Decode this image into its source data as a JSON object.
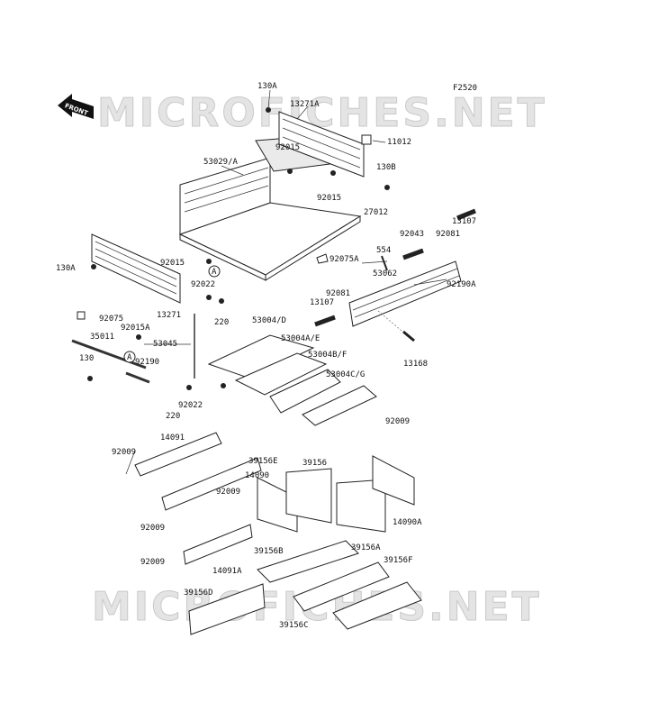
{
  "diagram_code": "F2520",
  "front_label": "FRONT",
  "watermark": "MICROFICHES.NET",
  "callouts": [
    "130A",
    "13271A",
    "11012",
    "92015",
    "53029/A",
    "130B",
    "92015",
    "27012",
    "92043",
    "92081",
    "13107",
    "554",
    "92075A",
    "53062",
    "92190A",
    "130A",
    "92015",
    "92022",
    "13271",
    "13107",
    "92081",
    "A",
    "220",
    "53004/D",
    "92075",
    "92015A",
    "53004A/E",
    "35011",
    "53045",
    "53004B/F",
    "A",
    "130",
    "92190",
    "53004C/G",
    "13168",
    "220",
    "92022",
    "92009",
    "92009",
    "14091",
    "39156E",
    "39156",
    "14090",
    "92009",
    "92009",
    "14090A",
    "39156A",
    "92009",
    "39156B",
    "14091A",
    "39156F",
    "39156D",
    "39156C"
  ]
}
